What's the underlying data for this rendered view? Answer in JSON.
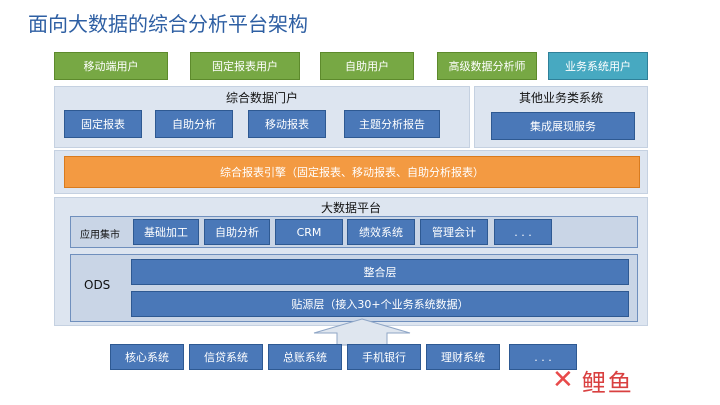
{
  "title": "面向大数据的综合分析平台架构",
  "users": [
    "移动端用户",
    "固定报表用户",
    "自助用户",
    "高级数据分析师",
    "业务系统用户"
  ],
  "portal": {
    "title": "综合数据门户",
    "items": [
      "固定报表",
      "自助分析",
      "移动报表",
      "主题分析报告"
    ]
  },
  "other": {
    "title": "其他业务类系统",
    "items": [
      "集成展现服务"
    ]
  },
  "engine": "综合报表引擎（固定报表、移动报表、自助分析报表）",
  "platform": {
    "title": "大数据平台",
    "app_label": "应用集市",
    "apps": [
      "基础加工",
      "自助分析",
      "CRM",
      "绩效系统",
      "管理会计",
      ". . ."
    ],
    "ods_label": "ODS",
    "layers": [
      "整合层",
      "贴源层（接入30+个业务系统数据）"
    ]
  },
  "sources": [
    "核心系统",
    "信贷系统",
    "总账系统",
    "手机银行",
    "理财系统",
    ". . ."
  ],
  "watermark": "鲤鱼",
  "colors": {
    "title": "#2e5fa3",
    "user_green": "#77a844",
    "user_teal": "#47a9c1",
    "button_blue": "#4a78b8",
    "panel_bg": "#dde5f0",
    "engine_orange": "#f39a42"
  }
}
